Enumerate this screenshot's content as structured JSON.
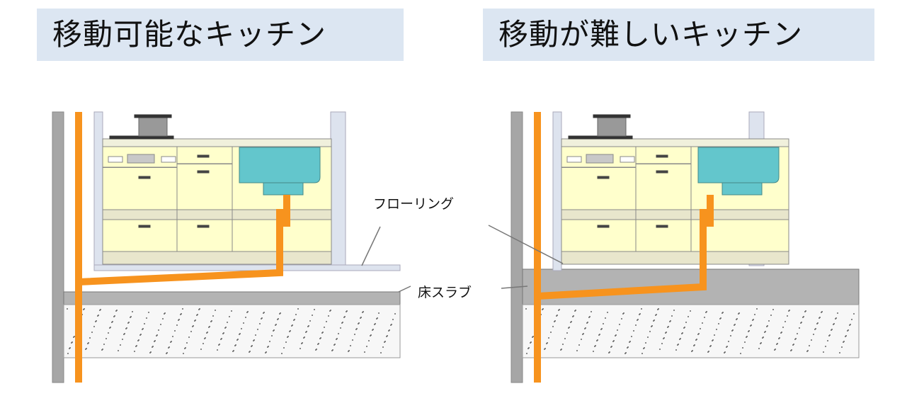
{
  "left_title": "移動可能なキッチン",
  "right_title": "移動が難しいキッチン",
  "labels": {
    "flooring": "フローリング",
    "slab": "床スラブ"
  },
  "colors": {
    "pipe": "#f7931e",
    "wall": "#a6a6a6",
    "post": "#dde3ee",
    "cabinet": "#ffffcc",
    "sink": "#63c6cc",
    "slab": "#b3b3b3",
    "title_bg": "#dce6f2"
  }
}
